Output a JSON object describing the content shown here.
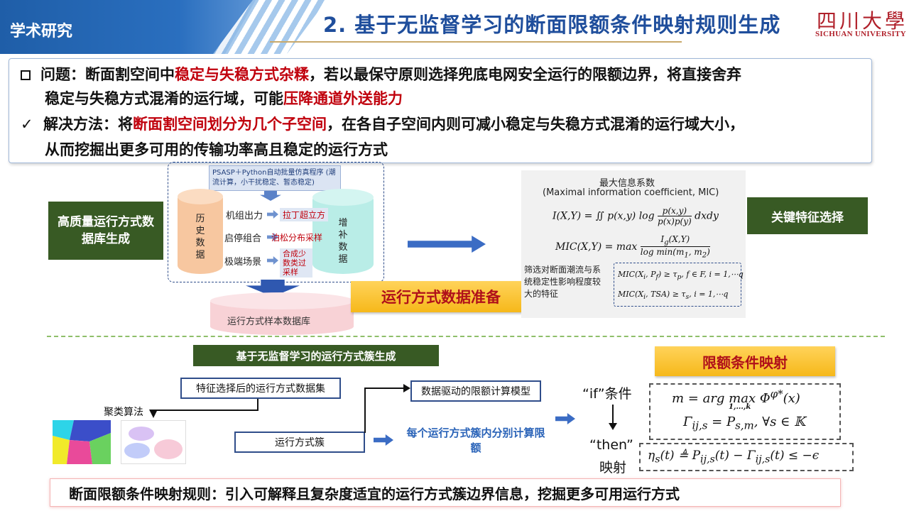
{
  "header": {
    "section": "学术研究",
    "title": "2. 基于无监督学习的断面限额条件映射规则生成",
    "logo_cn": "四川大學",
    "logo_en": "SICHUAN UNIVERSITY"
  },
  "problem": {
    "p1": "问题：断面割空间中",
    "p1_red": "稳定与失稳方式杂糅",
    "p1_rest": "，若以最保守原则选择兜底电网安全运行的限额边界，将直接舍弃",
    "p2": "稳定与失稳方式混淆的运行域，可能",
    "p2_red": "压降通道外送能力",
    "s1": "解决方法：将",
    "s1_red": "断面割空间划分为几个子空间",
    "s1_rest": "，在各自子空间内则可减小稳定与失稳方式混淆的运行域大小，",
    "s2": "从而挖掘出更多可用的传输功率高且稳定的运行方式"
  },
  "middle": {
    "db_gen": "高质量运行方式数据库生成",
    "psasp": "PSASP＋Python自动批量仿真程序 (潮流计算，小干扰稳定、暂态稳定)",
    "hist": [
      "历",
      "史",
      "数",
      "据"
    ],
    "aug": [
      "增",
      "补",
      "数",
      "据"
    ],
    "rows": [
      {
        "label": "机组出力",
        "method": "拉丁超立方"
      },
      {
        "label": "启停组合",
        "method": "泊松分布采样"
      },
      {
        "label": "极端场景",
        "method": "合成少数类过采样"
      }
    ],
    "sample_db": "运行方式样本数据库",
    "prep": "运行方式数据准备",
    "mic_title": "最大信息系数",
    "mic_en": "(Maximal information coefficient, MIC)",
    "mic_note": "筛选对断面潮流与系统稳定性影响程度较大的特征",
    "feature": "关键特征选择"
  },
  "bottom": {
    "cluster_title": "基于无监督学习的运行方式簇生成",
    "dataset": "特征选择后的运行方式数据集",
    "algo": "聚类算法",
    "cluster": "运行方式簇",
    "model": "数据驱动的限额计算模型",
    "each": "每个运行方式簇内分别计算限额",
    "mapping": "限额条件映射",
    "if_lbl": "“if”条件",
    "then_lbl": "“then”",
    "then_lbl2": "映射"
  },
  "footer": "断面限额条件映射规则：引入可解释且复杂度适宜的运行方式簇边界信息，挖掘更多可用运行方式"
}
